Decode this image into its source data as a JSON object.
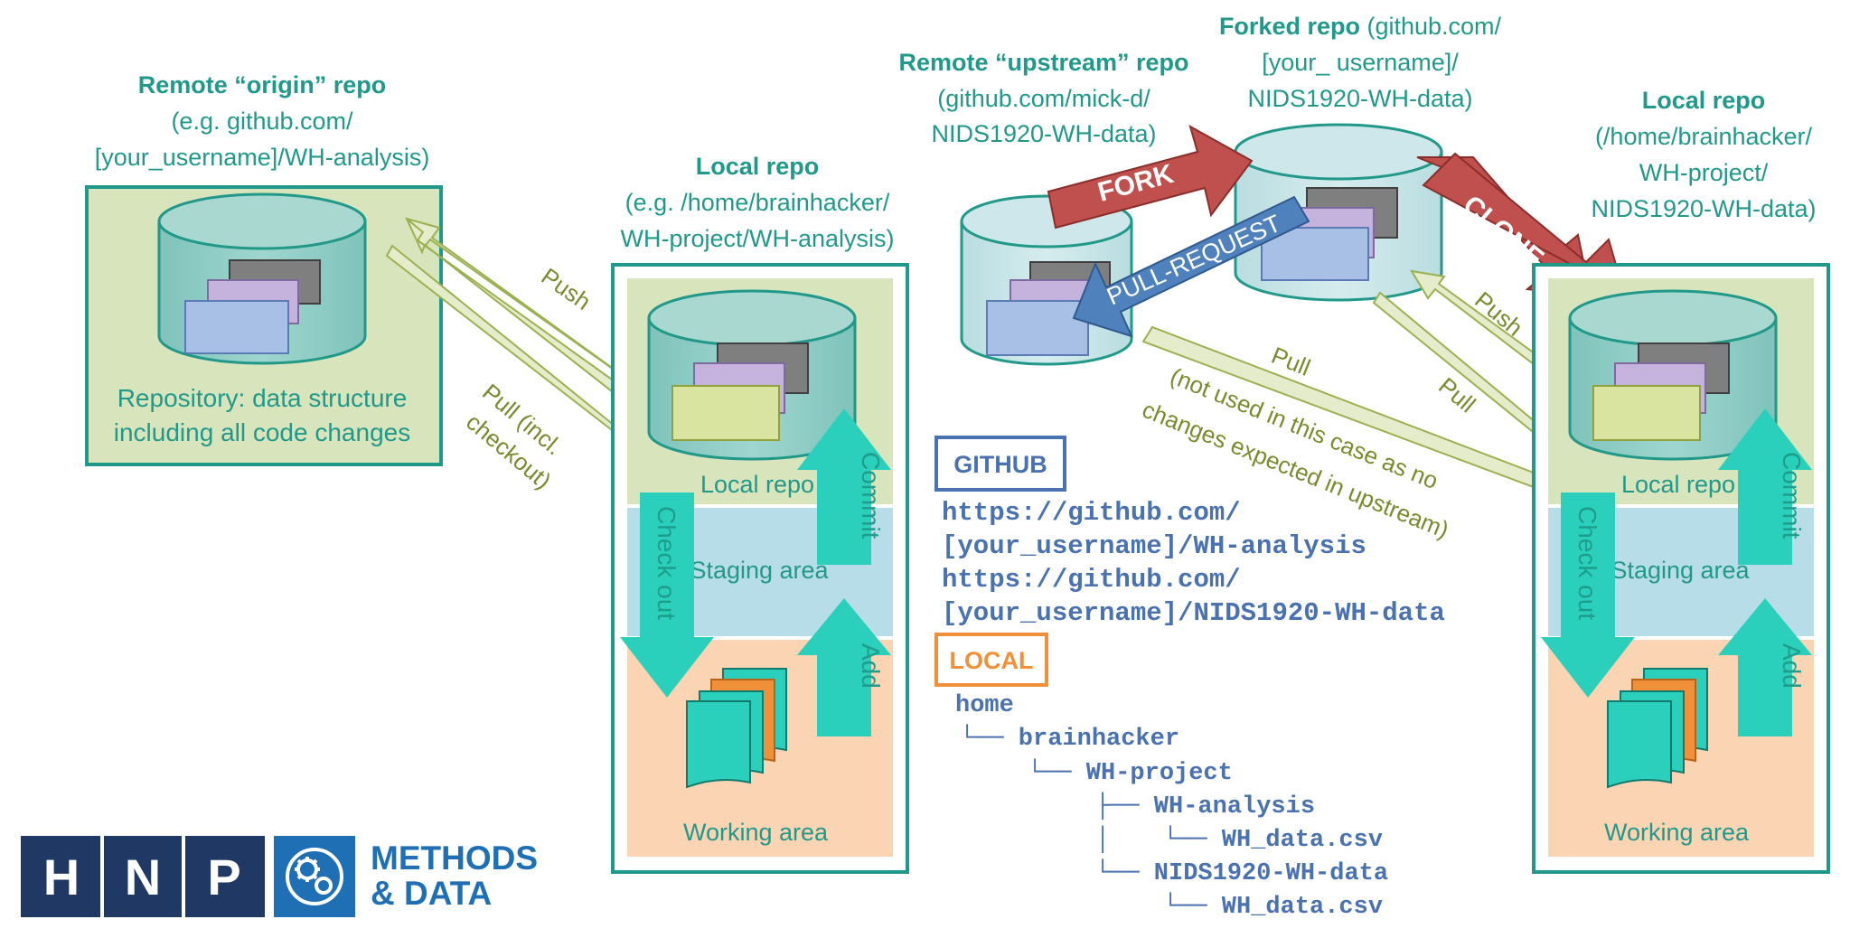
{
  "origin": {
    "title": "Remote “origin” repo",
    "line1": "(e.g. github.com/",
    "line2": "[your_username]/WH-analysis)",
    "desc1": "Repository: data structure",
    "desc2": "including all code changes"
  },
  "local1": {
    "title": "Local repo",
    "line1": "(e.g. /home/brainhacker/",
    "line2": "WH-project/WH-analysis)"
  },
  "upstream": {
    "title": "Remote “upstream” repo",
    "line1": "(github.com/mick-d/",
    "line2": "NIDS1920-WH-data)"
  },
  "forked": {
    "title": "Forked repo",
    "title_rest": " (github.com/",
    "line1": "[your_ username]/",
    "line2": "NIDS1920-WH-data)"
  },
  "local2": {
    "title": "Local repo",
    "line1": "(/home/brainhacker/",
    "line2": "WH-project/",
    "line3": "NIDS1920-WH-data)"
  },
  "zones": {
    "local_repo": "Local repo",
    "staging": "Staging area",
    "working": "Working area",
    "check_out": "Check out",
    "commit": "Commit",
    "add": "Add"
  },
  "arrows": {
    "push": "Push",
    "pull_incl_1": "Pull (incl.",
    "pull_incl_2": "checkout)",
    "fork": "FORK",
    "clone": "CLONE",
    "pull_request": "PULL-REQUEST",
    "pull": "Pull",
    "note1": "(not used in this case as no",
    "note2": "changes  expected in upstream)"
  },
  "github": {
    "label": "GITHUB",
    "urls": [
      "https://github.com/",
      "[your_username]/WH-analysis",
      "https://github.com/",
      "[your_username]/NIDS1920-WH-data"
    ]
  },
  "local": {
    "label": "LOCAL",
    "tree": [
      "home",
      "└── brainhacker",
      "└── WH-project",
      "├── WH-analysis",
      "│",
      "└── WH_data.csv",
      "└── NIDS1920-WH-data",
      "└── WH_data.csv"
    ]
  },
  "logo": {
    "letters": [
      "H",
      "N",
      "P"
    ],
    "text1": "METHODS",
    "text2": "& DATA"
  },
  "colors": {
    "teal": "#21998a",
    "olive": "#7b8a2f",
    "green_fill": "#d8e4bc",
    "arrow_green": "#e4eccb",
    "mint": "#2bd0bd",
    "fork_red": "#c0504d",
    "pr_blue": "#4f81bd",
    "github_blue": "#4a72b0",
    "local_orange": "#f0913a",
    "navy": "#1f3864",
    "logo_blue": "#1f6fb5"
  }
}
